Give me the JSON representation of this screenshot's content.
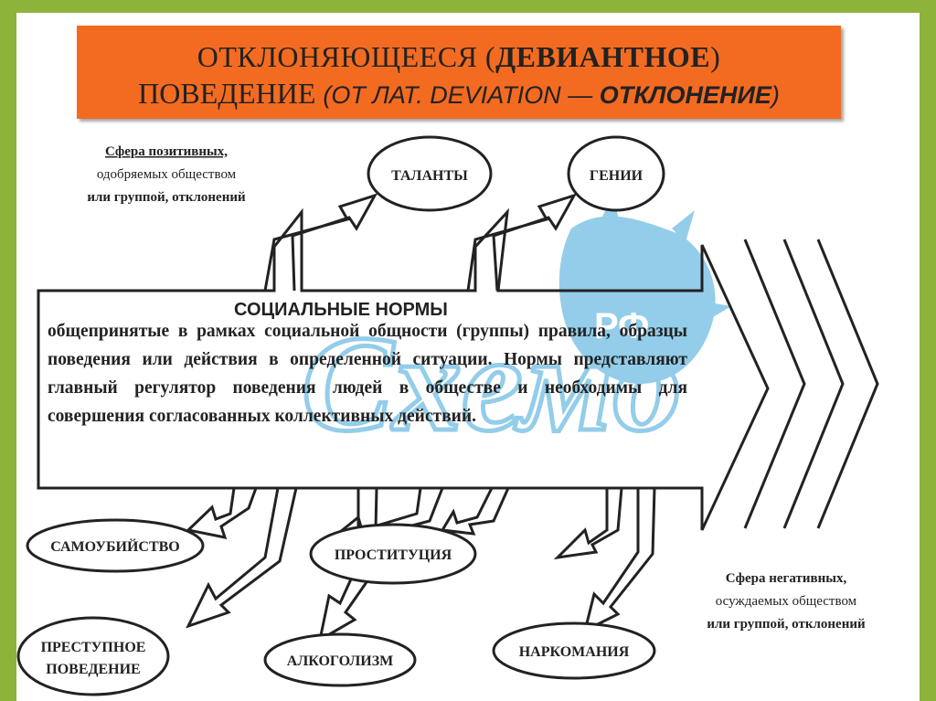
{
  "title": {
    "line1_prefix": "ОТКЛОНЯЮЩЕЕСЯ (",
    "line1_bold": "ДЕВИАНТНОЕ",
    "line1_suffix": ")",
    "line2_main": "ПОВЕДЕНИЕ ",
    "line2_sub_prefix": "(ОТ ЛАТ. DEVIATION — ",
    "line2_sub_bold": "ОТКЛОНЕНИЕ",
    "line2_sub_suffix": ")"
  },
  "positive_sphere": {
    "line1": "Сфера позитивных,",
    "line2": "одобряемых обществом",
    "line3": "или группой, отклонений"
  },
  "negative_sphere": {
    "line1": "Сфера негативных,",
    "line2": "осуждаемых обществом",
    "line3": "или группой, отклонений"
  },
  "positive_items": {
    "talents": "ТАЛАНТЫ",
    "geniuses": "ГЕНИИ"
  },
  "negative_items": {
    "suicide": "САМОУБИЙСТВО",
    "prostitution": "ПРОСТИТУЦИЯ",
    "criminal_line1": "ПРЕСТУПНОЕ",
    "criminal_line2": "ПОВЕДЕНИЕ",
    "alcoholism": "АЛКОГОЛИЗМ",
    "drug_addiction": "НАРКОМАНИЯ"
  },
  "norms": {
    "title": "СОЦИАЛЬНЫЕ НОРМЫ",
    "text": "общепринятые в рамках социальной общности (группы) правила, образцы поведения или действия в определенной ситуации. Нормы представляют главный регулятор поведения людей в обществе и необходимы для совершения согласованных коллективных действий."
  },
  "watermark": {
    "text": "Схемо",
    "badge": "РФ"
  }
}
